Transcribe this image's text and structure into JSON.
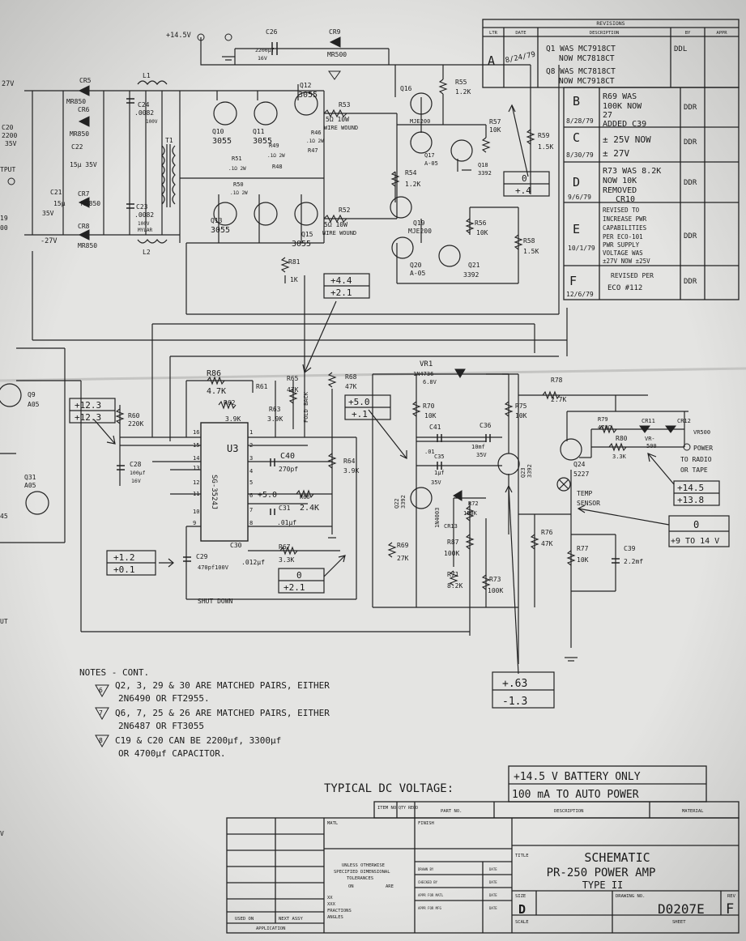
{
  "revisions": {
    "title": "REVISIONS",
    "headers": [
      "LTR",
      "DATE",
      "DESCRIPTION",
      "BY",
      "APPR"
    ],
    "rows": [
      {
        "ltr": "A",
        "date": "8/24/79",
        "desc": [
          "Q1 WAS MC7918CT",
          "NOW MC7818CT",
          "Q8 WAS MC7818CT",
          "NOW MC7918CT"
        ],
        "by": "DDL"
      },
      {
        "ltr": "B",
        "date": "8/28/79",
        "desc": [
          "R69 WAS",
          "100K NOW",
          "27",
          "ADDED C39"
        ],
        "by": "DDR"
      },
      {
        "ltr": "C",
        "date": "8/30/79",
        "desc": [
          "± 25V NOW",
          "± 27V"
        ],
        "by": "DDR"
      },
      {
        "ltr": "D",
        "date": "9/6/79",
        "desc": [
          "R73 WAS 8.2K",
          "NOW 10K",
          "REMOVED",
          "CR10"
        ],
        "by": "DDR"
      },
      {
        "ltr": "E",
        "date": "10/1/79",
        "desc": [
          "REVISED TO",
          "INCREASE PWR",
          "CAPABILITIES",
          "PER ECO-101",
          "PWR SUPPLY",
          "VOLTAGE WAS",
          "±27V NOW ±25V"
        ],
        "by": "DDR"
      },
      {
        "ltr": "F",
        "date": "12/6/79",
        "desc": [
          "REVISED PER",
          "ECO #112"
        ],
        "by": "DDR"
      }
    ]
  },
  "components": {
    "supply": "+14.5V",
    "c26": [
      "C26",
      "2200µf",
      "16V"
    ],
    "cr9": [
      "CR9",
      "MR500"
    ],
    "cr5": [
      "CR5",
      "MR850"
    ],
    "cr6": [
      "CR6",
      "MR850"
    ],
    "cr7": [
      "CR7",
      "MR850"
    ],
    "cr8": [
      "CR8",
      "MR850"
    ],
    "c22": [
      "C22",
      "15µ 35V"
    ],
    "c21": [
      "C21",
      "15µ",
      "35V"
    ],
    "l1": "L1",
    "l2": "L2",
    "t1": "T1",
    "c24": [
      "C24",
      ".0082",
      "100V"
    ],
    "c23": [
      "C23",
      ".0082",
      "100V",
      "MYLAR"
    ],
    "plus27": "27V",
    "minus27": "-27V",
    "c20": [
      "C20",
      "2200",
      "35V"
    ],
    "output": "TPUT",
    "c19": [
      "19",
      "00"
    ],
    "q10": [
      "Q10",
      "3055"
    ],
    "q11": [
      "Q11",
      "3055"
    ],
    "q12": [
      "Q12",
      "3055"
    ],
    "q13": [
      "Q13",
      "3055"
    ],
    "q15": [
      "Q15",
      "3055"
    ],
    "r53": [
      "R53",
      "5Ω 10W",
      "WIRE WOUND"
    ],
    "r52": [
      "R52",
      "5Ω 10W",
      "WIRE WOUND"
    ],
    "r46": "R46",
    "r47": "R47",
    "r48": "R48",
    "r49": "R49",
    "r50": "R50",
    "r51": "R51",
    "res_val": ".1Ω 2W",
    "q16": "Q16",
    "q17": [
      "Q17",
      "A-05"
    ],
    "q18": [
      "Q18",
      "3392"
    ],
    "q19": [
      "Q19",
      "MJE200"
    ],
    "q20": [
      "Q20",
      "A-05"
    ],
    "q21": [
      "Q21",
      "3392"
    ],
    "mje200": "MJE200",
    "r55": [
      "R55",
      "1.2K"
    ],
    "r57": [
      "R57",
      "10K"
    ],
    "r59": [
      "R59",
      "1.5K"
    ],
    "r54": [
      "R54",
      "1.2K"
    ],
    "r56": [
      "R56",
      "10K"
    ],
    "r58": [
      "R58",
      "1.5K"
    ],
    "r81": [
      "R81",
      "1K"
    ],
    "r86": [
      "R86",
      "4.7K"
    ],
    "r61": "R61",
    "r62": [
      "R62",
      "3.9K"
    ],
    "r63": [
      "R63",
      "3.9K"
    ],
    "r65": [
      "R65",
      "47K"
    ],
    "r68": [
      "R68",
      "47K"
    ],
    "r60": [
      "R60",
      "220K"
    ],
    "r64": [
      "R64",
      "3.9K"
    ],
    "r66": [
      "R66",
      "2.4K"
    ],
    "r67": [
      "R67",
      "3.3K"
    ],
    "u3": [
      "U3",
      "SG-3524J"
    ],
    "pins": [
      "16",
      "15",
      "14",
      "13",
      "12",
      "11",
      "10",
      "9",
      "1",
      "2",
      "3",
      "4",
      "5",
      "6",
      "7",
      "8"
    ],
    "c40": [
      "C40",
      "270pf"
    ],
    "c31": [
      "C31",
      ".01µf"
    ],
    "c30": [
      "C30",
      ".012µf"
    ],
    "c28": [
      "C28",
      "100µf",
      "16V"
    ],
    "c29": [
      "C29",
      "470pf100V"
    ],
    "shutdown": "SHUT DOWN",
    "fold_back": "FOLD BACK",
    "vr1": [
      "VR1",
      "1N4736",
      "6.8V"
    ],
    "r70": [
      "R70",
      "10K"
    ],
    "c41": [
      "C41",
      ".01"
    ],
    "c35": [
      "C35",
      "1µf",
      "35V"
    ],
    "c36": [
      "C36",
      "10mf",
      "35V"
    ],
    "r75": [
      "R75",
      "10K"
    ],
    "r78": [
      "R78",
      "2.7K"
    ],
    "q22": [
      "Q22",
      "3392"
    ],
    "q23": [
      "Q23",
      "3392"
    ],
    "cr13": [
      "CR13",
      "1N4003"
    ],
    "r72": [
      "R72",
      "150K"
    ],
    "r87": [
      "R87",
      "100K"
    ],
    "r71": [
      "R71",
      "8.2K"
    ],
    "r73": [
      "R73",
      "100K"
    ],
    "r69": [
      "R69",
      "27K"
    ],
    "r76": [
      "R76",
      "47K"
    ],
    "r77": [
      "R77",
      "10K"
    ],
    "c39": [
      "C39",
      "2.2mf"
    ],
    "r79": [
      "R79",
      "470Ω"
    ],
    "r80": [
      "R80",
      "3.3K"
    ],
    "cr11": [
      "CR11",
      "VR-",
      "500"
    ],
    "cr12": [
      "CR12",
      "VR500"
    ],
    "q24": [
      "Q24",
      "5227"
    ],
    "power": [
      "POWER",
      "TO RADIO",
      "OR TAPE"
    ],
    "temp": [
      "TEMP",
      "SENSOR"
    ],
    "q9": [
      "Q9",
      "A05"
    ],
    "q31": [
      "Q31",
      "A05"
    ],
    "left_frag": [
      "45",
      "V",
      "UT"
    ]
  },
  "voltages": {
    "q18_box": [
      "0",
      "+.4"
    ],
    "r81_box": [
      "+4.4",
      "+2.1"
    ],
    "r60_box": [
      "+12.3",
      "+12.3"
    ],
    "pin6": "+5.0",
    "vr_box": [
      "+5.0",
      "+.1"
    ],
    "c29_box": [
      "+1.2",
      "+0.1"
    ],
    "r67_box": [
      "0",
      "+2.1"
    ],
    "power_box": [
      "+14.5",
      "+13.8"
    ],
    "temp_box": [
      "0",
      "+9 TO 14 V"
    ],
    "bottom_box": [
      "+.63",
      "-1.3"
    ]
  },
  "notes": {
    "heading": "NOTES - CONT.",
    "items": [
      {
        "num": "6",
        "lines": [
          "Q2, 3, 29 & 30 ARE MATCHED PAIRS, EITHER",
          "2N6490 OR FT2955."
        ]
      },
      {
        "num": "7",
        "lines": [
          "Q6, 7, 25 & 26 ARE MATCHED PAIRS, EITHER",
          "2N6487 OR FT3055"
        ]
      },
      {
        "num": "8",
        "lines": [
          "C19 & C20 CAN BE 2200µf, 3300µf",
          "OR 4700µf CAPACITOR."
        ]
      }
    ]
  },
  "typical": {
    "label": "TYPICAL DC VOLTAGE:",
    "lines": [
      "+14.5 V BATTERY ONLY",
      "100 mA TO AUTO POWER"
    ]
  },
  "title_block": {
    "item_no": "ITEM NO",
    "qty_reqd": "QTY REQD",
    "part_no": "PART NO.",
    "description": "DESCRIPTION",
    "material": "MATERIAL",
    "matl": "MATL",
    "finish": "FINISH",
    "tol": [
      "UNLESS OTHERWISE",
      "SPECIFIED DIMENSIONAL",
      "TOLERANCES",
      "ON",
      "ARE"
    ],
    "tol_rows": [
      "XX",
      "XXX",
      "FRACTIONS",
      "ANGLES"
    ],
    "signoffs": [
      "DRAWN BY",
      "CHECKED BY",
      "APPR FOR MATL",
      "APPR FOR MFG"
    ],
    "date": "DATE",
    "title_label": "TITLE",
    "title_lines": [
      "SCHEMATIC",
      "PR-250 POWER AMP",
      "TYPE II"
    ],
    "size_label": "SIZE",
    "size": "D",
    "drawing_label": "DRAWING NO.",
    "drawing_no": "D0207E",
    "rev_label": "REV",
    "rev": "F",
    "scale": "SCALE",
    "sheet": "SHEET",
    "used_on": "USED ON",
    "next_assy": "NEXT ASSY",
    "application": "APPLICATION"
  }
}
